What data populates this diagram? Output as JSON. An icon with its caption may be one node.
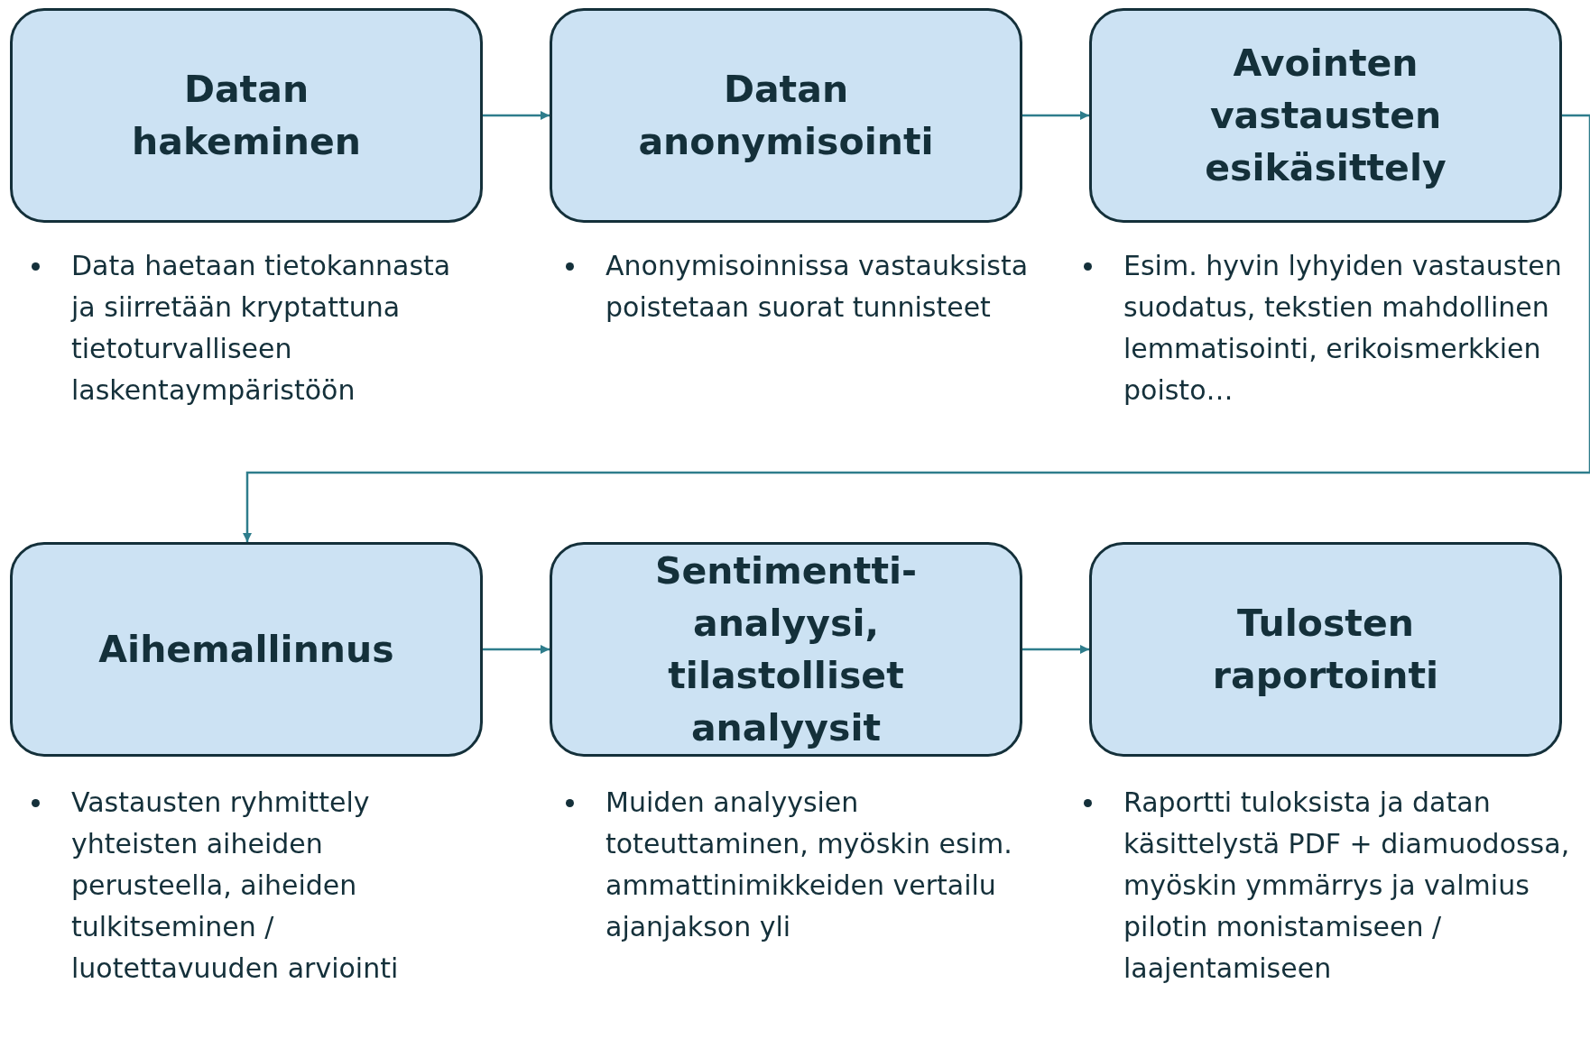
{
  "diagram": {
    "nodes": [
      {
        "text": [
          "Datan hakeminen"
        ],
        "beside": [
          "Data haetaan tietokannasta ja siirretään kryptattuna tietoturvalliseen laskentaympäristöön"
        ]
      },
      {
        "text": [
          "Datan anonymisointi"
        ],
        "beside": [
          "Anonymisoinnissa vastauksista poistetaan suorat tunnisteet"
        ]
      },
      {
        "text": [
          "Avointen vastausten esikäsittely"
        ],
        "beside": [
          "Esim. hyvin lyhyiden vastausten suodatus, tekstien mahdollinen lemmatisointi, erikoismerkkien poisto…"
        ]
      },
      {
        "text": [
          "Aihemallinnus"
        ],
        "beside": [
          "Vastausten ryhmittely yhteisten aiheiden perusteella, aiheiden tulkitseminen / luotettavuuden arviointi"
        ]
      },
      {
        "text": [
          "Sentimentti-analyysi, tilastolliset analyysit"
        ],
        "beside": [
          "Muiden analyysien toteuttaminen, myöskin esim. ammattinimikkeiden vertailu ajanjakson yli"
        ]
      },
      {
        "text": [
          "Tulosten raportointi"
        ],
        "beside": [
          "Raportti tuloksista ja datan käsittelystä PDF + diamuodossa, myöskin ymmärrys ja valmius pilotin monistamiseen / laajentamiseen"
        ]
      }
    ],
    "edges": [
      {
        "from": 0,
        "to": 1,
        "arrow": "to"
      },
      {
        "from": 1,
        "to": 2,
        "arrow": "to"
      },
      {
        "from": 2,
        "to": 3,
        "arrow": "to"
      },
      {
        "from": 3,
        "to": 4,
        "arrow": "to"
      },
      {
        "from": 4,
        "to": 5,
        "arrow": "to"
      }
    ]
  }
}
